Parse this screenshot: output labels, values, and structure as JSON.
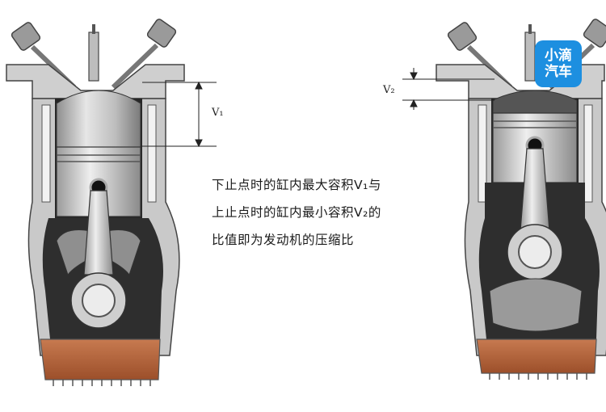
{
  "labels": {
    "v1": "V₁",
    "v2": "V₂"
  },
  "caption": {
    "line1": "下止点时的缸内最大容积V₁与",
    "line2": "上止点时的缸内最小容积V₂的",
    "line3": "比值即为发动机的压缩比"
  },
  "logo": {
    "top": "小滴",
    "bottom": "汽车"
  },
  "colors": {
    "metal_light": "#d8d8d8",
    "metal_mid": "#a9a9a9",
    "dark": "#2c2c2c",
    "oil": "#b5643c",
    "logo_blue": "#1d8fe0"
  }
}
